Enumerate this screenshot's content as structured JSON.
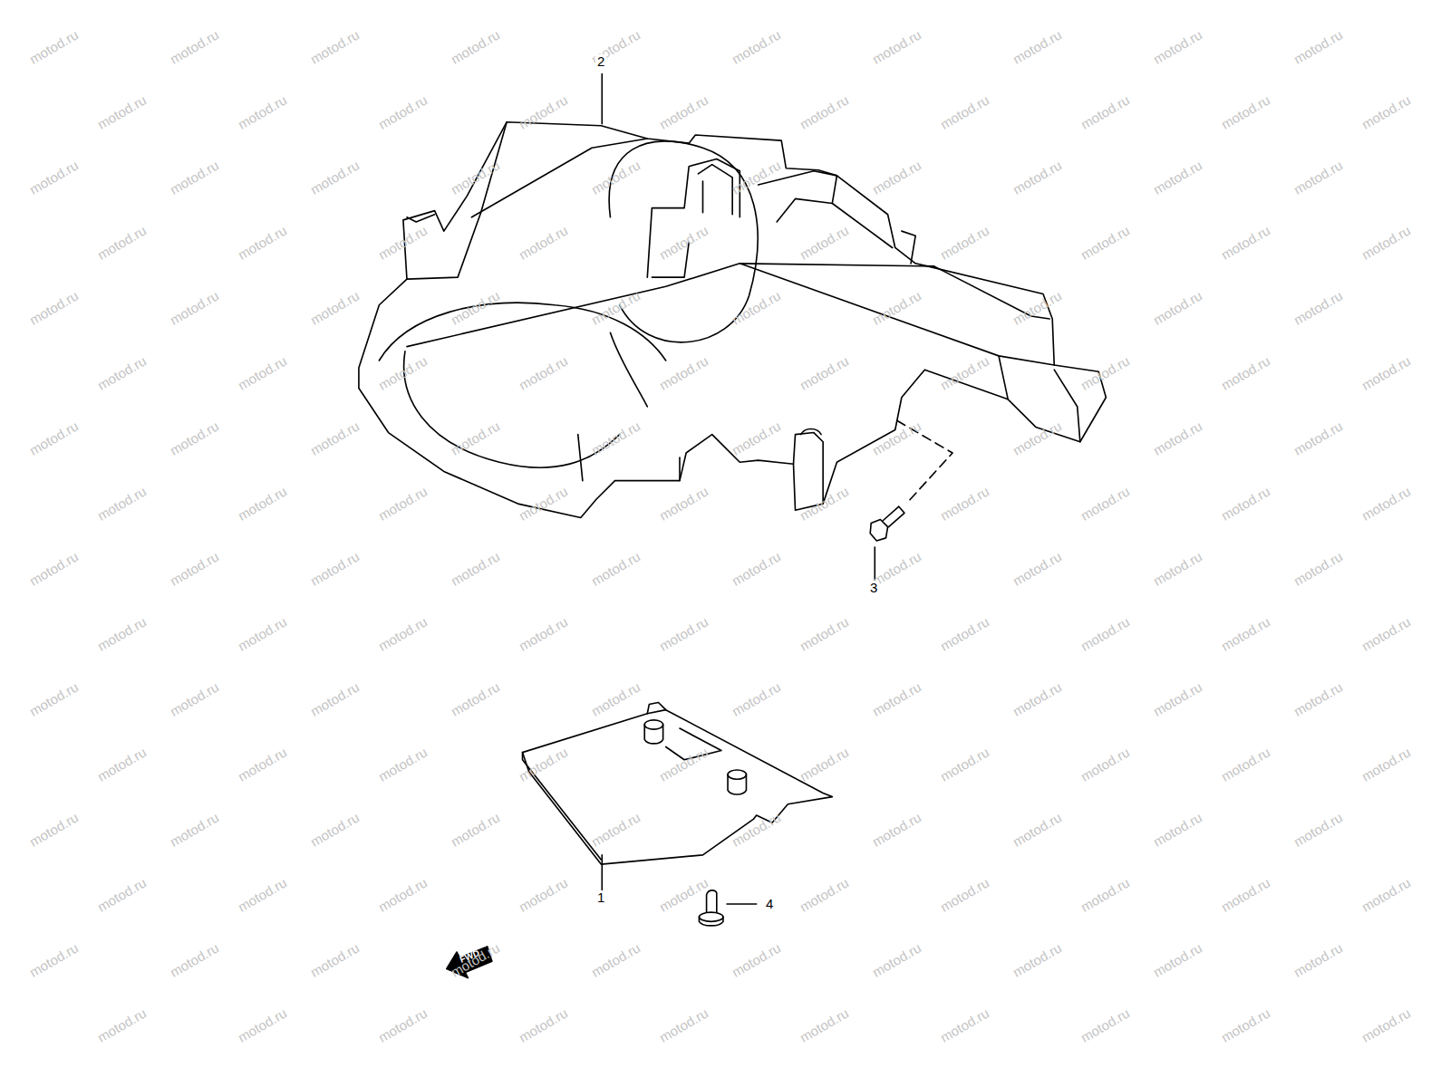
{
  "diagram": {
    "labels": [
      "2",
      "3",
      "1",
      "4",
      "FWD",
      "motod.ru",
      "motod.ru",
      "motod.ru",
      "motod.ru",
      "motod.ru",
      "motod.ru",
      "motod.ru",
      "motod.ru",
      "motod.ru",
      "motod.ru",
      "motod.ru",
      "motod.ru",
      "motod.ru",
      "motod.ru",
      "motod.ru",
      "motod.ru",
      "motod.ru",
      "motod.ru",
      "motod.ru",
      "motod.ru",
      "motod.ru",
      "motod.ru",
      "motod.ru",
      "motod.ru",
      "motod.ru",
      "motod.ru",
      "motod.ru",
      "motod.ru",
      "motod.ru",
      "motod.ru",
      "motod.ru",
      "motod.ru",
      "motod.ru",
      "motod.ru",
      "motod.ru",
      "motod.ru",
      "motod.ru",
      "motod.ru",
      "motod.ru",
      "motod.ru",
      "motod.ru",
      "motod.ru",
      "motod.ru",
      "motod.ru",
      "motod.ru",
      "motod.ru",
      "motod.ru",
      "motod.ru",
      "motod.ru",
      "motod.ru",
      "motod.ru",
      "motod.ru",
      "motod.ru",
      "motod.ru",
      "motod.ru",
      "motod.ru",
      "motod.ru",
      "motod.ru",
      "motod.ru",
      "motod.ru",
      "motod.ru",
      "motod.ru",
      "motod.ru",
      "motod.ru",
      "motod.ru",
      "motod.ru",
      "motod.ru",
      "motod.ru",
      "motod.ru",
      "motod.ru",
      "motod.ru",
      "motod.ru",
      "motod.ru",
      "motod.ru",
      "motod.ru",
      "motod.ru",
      "motod.ru",
      "motod.ru",
      "motod.ru",
      "motod.ru",
      "motod.ru",
      "motod.ru",
      "motod.ru",
      "motod.ru",
      "motod.ru",
      "motod.ru",
      "motod.ru",
      "motod.ru",
      "motod.ru",
      "motod.ru",
      "motod.ru",
      "motod.ru",
      "motod.ru",
      "motod.ru",
      "motod.ru",
      "motod.ru",
      "motod.ru",
      "motod.ru",
      "motod.ru",
      "motod.ru",
      "motod.ru",
      "motod.ru",
      "motod.ru",
      "motod.ru",
      "motod.ru",
      "motod.ru",
      "motod.ru",
      "motod.ru",
      "motod.ru",
      "motod.ru",
      "motod.ru",
      "motod.ru",
      "motod.ru",
      "motod.ru",
      "motod.ru",
      "motod.ru",
      "motod.ru",
      "motod.ru",
      "motod.ru",
      "motod.ru",
      "motod.ru",
      "motod.ru",
      "motod.ru",
      "motod.ru",
      "motod.ru",
      "motod.ru",
      "motod.ru",
      "motod.ru",
      "motod.ru",
      "motod.ru",
      "motod.ru",
      "motod.ru",
      "motod.ru",
      "motod.ru",
      "motod.ru",
      "motod.ru",
      "motod.ru",
      "motod.ru",
      "motod.ru",
      "motod.ru",
      "motod.ru",
      "motod.ru",
      "motod.ru",
      "motod.ru",
      "motod.ru",
      "motod.ru",
      "motod.ru",
      "motod.ru",
      "motod.ru",
      "motod.ru",
      "motod.ru",
      "motod.ru",
      "motod.ru",
      "motod.ru",
      "motod.ru",
      "motod.ru",
      "motod.ru",
      "motod.ru",
      "motod.ru",
      "motod.ru"
    ]
  }
}
